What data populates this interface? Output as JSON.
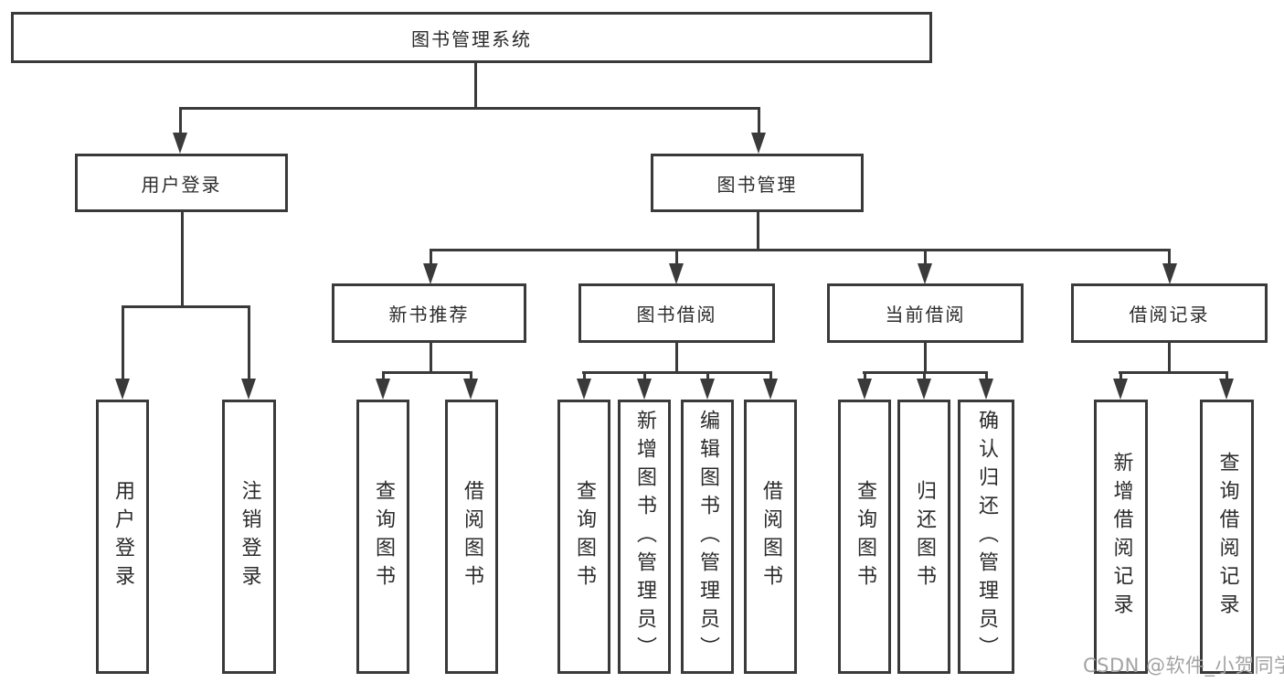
{
  "diagram_title": "图书管理系统",
  "nodes": {
    "root": "图书管理系统",
    "user_login": "用户登录",
    "book_mgmt": "图书管理",
    "new_book_rec": "新书推荐",
    "book_borrow": "图书借阅",
    "current_borrow": "当前借阅",
    "borrow_record": "借阅记录",
    "ul_user_login": "用户登录",
    "ul_logout": "注销登录",
    "nb_query_book": "查询图书",
    "nb_borrow_book": "借阅图书",
    "bb_query_book": "查询图书",
    "bb_add_book": "新增图书（管理员）",
    "bb_edit_book": "编辑图书（管理员）",
    "bb_borrow_book": "借阅图书",
    "cb_query_book": "查询图书",
    "cb_return_book": "归还图书",
    "cb_confirm_return": "确认归还（管理员）",
    "br_add_record": "新增借阅记录",
    "br_query_record": "查询借阅记录"
  },
  "hierarchy": {
    "图书管理系统": [
      "用户登录",
      "图书管理"
    ],
    "用户登录": [
      "用户登录",
      "注销登录"
    ],
    "图书管理": [
      "新书推荐",
      "图书借阅",
      "当前借阅",
      "借阅记录"
    ],
    "新书推荐": [
      "查询图书",
      "借阅图书"
    ],
    "图书借阅": [
      "查询图书",
      "新增图书（管理员）",
      "编辑图书（管理员）",
      "借阅图书"
    ],
    "当前借阅": [
      "查询图书",
      "归还图书",
      "确认归还（管理员）"
    ],
    "借阅记录": [
      "新增借阅记录",
      "查询借阅记录"
    ]
  },
  "watermark": "CSDN @软件_小贺同学",
  "colors": {
    "background": "#ffffff",
    "line": "#3a3a3a",
    "text": "#2b2b2b",
    "watermark": "#a3a3a3"
  }
}
